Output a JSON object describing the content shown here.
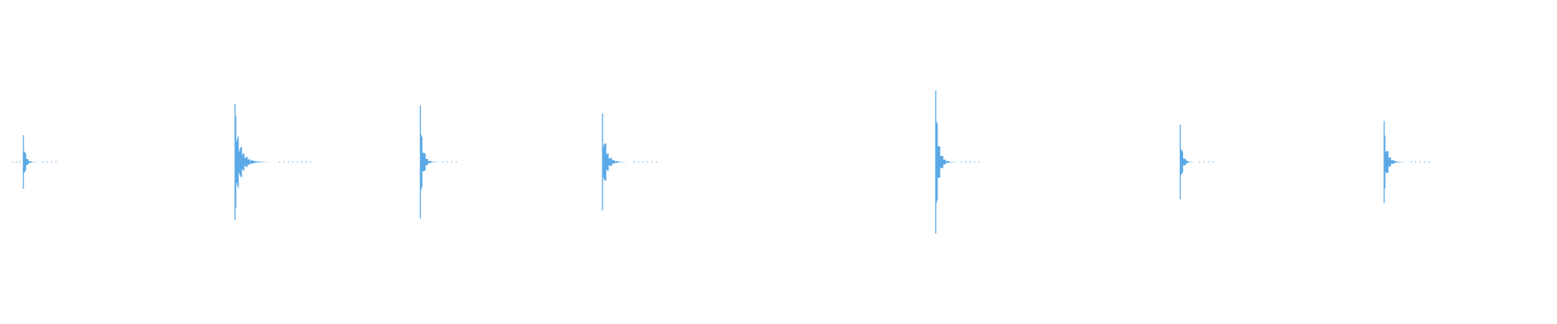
{
  "waveform": {
    "color": "#5aa9e6",
    "background": "#ffffff",
    "transients": [
      {
        "id": "t1",
        "time_fraction": 0.015,
        "peak": 0.36,
        "decay_length": 0.012
      },
      {
        "id": "t2",
        "time_fraction": 0.151,
        "peak": 0.78,
        "decay_length": 0.028
      },
      {
        "id": "t3",
        "time_fraction": 0.27,
        "peak": 0.76,
        "decay_length": 0.014
      },
      {
        "id": "t4",
        "time_fraction": 0.387,
        "peak": 0.65,
        "decay_length": 0.02
      },
      {
        "id": "t5",
        "time_fraction": 0.601,
        "peak": 0.96,
        "decay_length": 0.016
      },
      {
        "id": "t6",
        "time_fraction": 0.758,
        "peak": 0.5,
        "decay_length": 0.012
      },
      {
        "id": "t7",
        "time_fraction": 0.889,
        "peak": 0.55,
        "decay_length": 0.017
      }
    ]
  }
}
